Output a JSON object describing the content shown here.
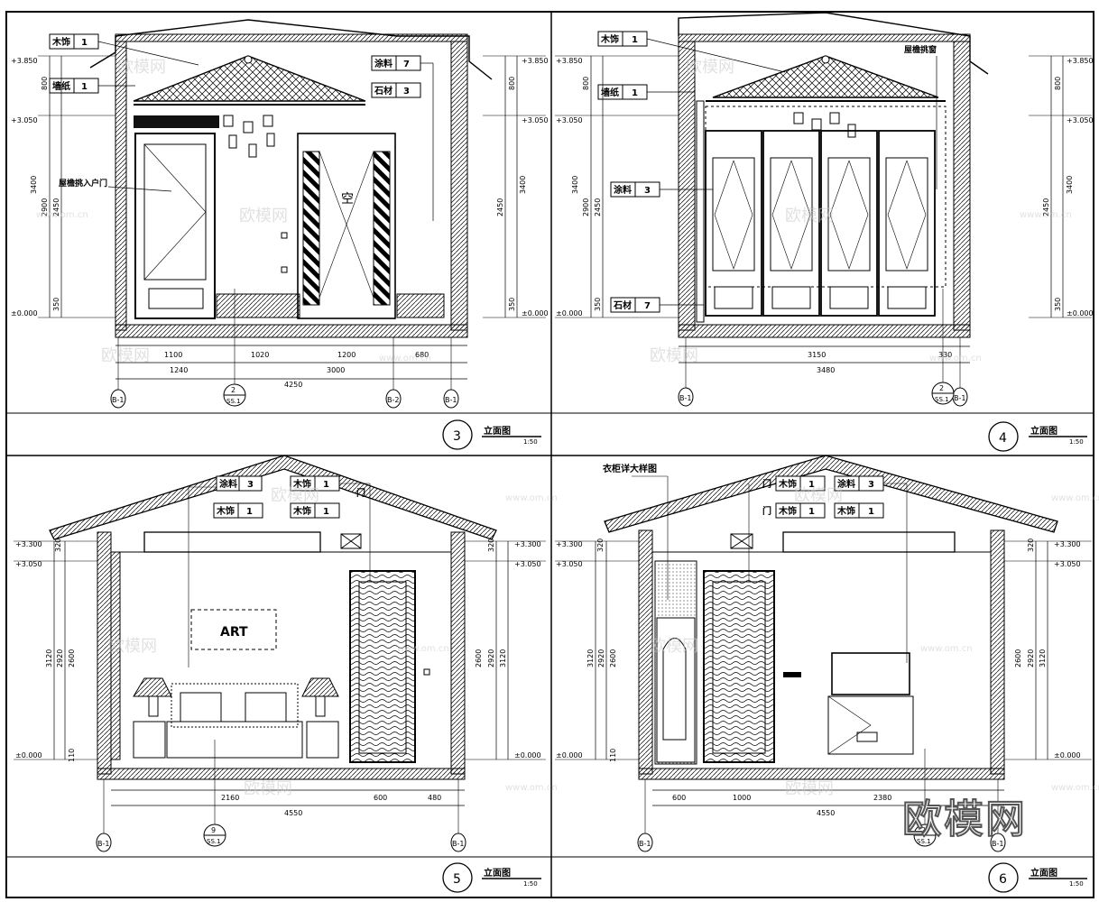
{
  "watermark": {
    "text": "欧模网",
    "url": "www.om.cn"
  },
  "brand_logo": "欧模网",
  "panels": [
    {
      "id": "p3",
      "number": "3",
      "title": "立面图",
      "scale": "1:50",
      "levels": [
        "+3.850",
        "+3.050",
        "±0.000"
      ],
      "vert_dims": [
        "800",
        "3400",
        "2900",
        "2450",
        "350"
      ],
      "dims_row1": [
        "1100",
        "1020",
        "1200",
        "680"
      ],
      "dims_row2": [
        "1240",
        "3000"
      ],
      "total": "4250",
      "section_tag": {
        "num": "2",
        "sheet": "SS.1"
      },
      "axis_left": "B-1",
      "axis_right_a": "B-2",
      "axis_right_b": "B-1",
      "callouts": [
        {
          "label": "木饰",
          "num": "1"
        },
        {
          "label": "墙纸",
          "num": "1"
        },
        {
          "label": "涂料",
          "num": "7"
        },
        {
          "label": "石材",
          "num": "3"
        }
      ],
      "notes": [
        "屋檐挑入户门"
      ],
      "empty_mark": "空"
    },
    {
      "id": "p4",
      "number": "4",
      "title": "立面图",
      "scale": "1:50",
      "levels": [
        "+3.850",
        "+3.050",
        "±0.000"
      ],
      "vert_dims": [
        "800",
        "3400",
        "2900",
        "2450",
        "350"
      ],
      "dims_row1": [
        "3150",
        "330"
      ],
      "dims_row2": [
        "3480"
      ],
      "section_tag": {
        "num": "2",
        "sheet": "SS.1"
      },
      "axis_left": "B-1",
      "axis_right": "B-1",
      "callouts": [
        {
          "label": "木饰",
          "num": "1"
        },
        {
          "label": "墙纸",
          "num": "1"
        },
        {
          "label": "涂料",
          "num": "3"
        },
        {
          "label": "石材",
          "num": "7"
        }
      ],
      "notes": [
        "屋檐挑窗"
      ]
    },
    {
      "id": "p5",
      "number": "5",
      "title": "立面图",
      "scale": "1:50",
      "levels": [
        "+3.300",
        "+3.050",
        "±0.000"
      ],
      "vert_dims": [
        "320",
        "3120",
        "2920",
        "2600",
        "110"
      ],
      "dims_row1": [
        "2160",
        "600",
        "480"
      ],
      "total": "4550",
      "section_tag": {
        "num": "9",
        "sheet": "SS.1"
      },
      "axis_left": "B-1",
      "axis_right": "B-1",
      "callouts": [
        {
          "label": "涂料",
          "num": "3"
        },
        {
          "label": "木饰",
          "num": "1"
        },
        {
          "label": "木饰",
          "num": "1"
        },
        {
          "label": "木饰",
          "num": "1"
        }
      ],
      "notes": [
        "门"
      ],
      "art_label": "ART"
    },
    {
      "id": "p6",
      "number": "6",
      "title": "立面图",
      "scale": "1:50",
      "levels": [
        "+3.300",
        "+3.050",
        "±0.000"
      ],
      "vert_dims": [
        "320",
        "3120",
        "2920",
        "2600",
        "110"
      ],
      "dims_row1": [
        "600",
        "1000",
        "2380"
      ],
      "total": "4550",
      "section_tag": {
        "num": "2",
        "sheet": "SS.1"
      },
      "axis_left": "B-1",
      "axis_right": "B-1",
      "callouts": [
        {
          "label": "木饰",
          "num": "1"
        },
        {
          "label": "木饰",
          "num": "1"
        },
        {
          "label": "涂料",
          "num": "3"
        },
        {
          "label": "木饰",
          "num": "1"
        }
      ],
      "notes": [
        "衣柜详大样图",
        "门",
        "门"
      ]
    }
  ]
}
